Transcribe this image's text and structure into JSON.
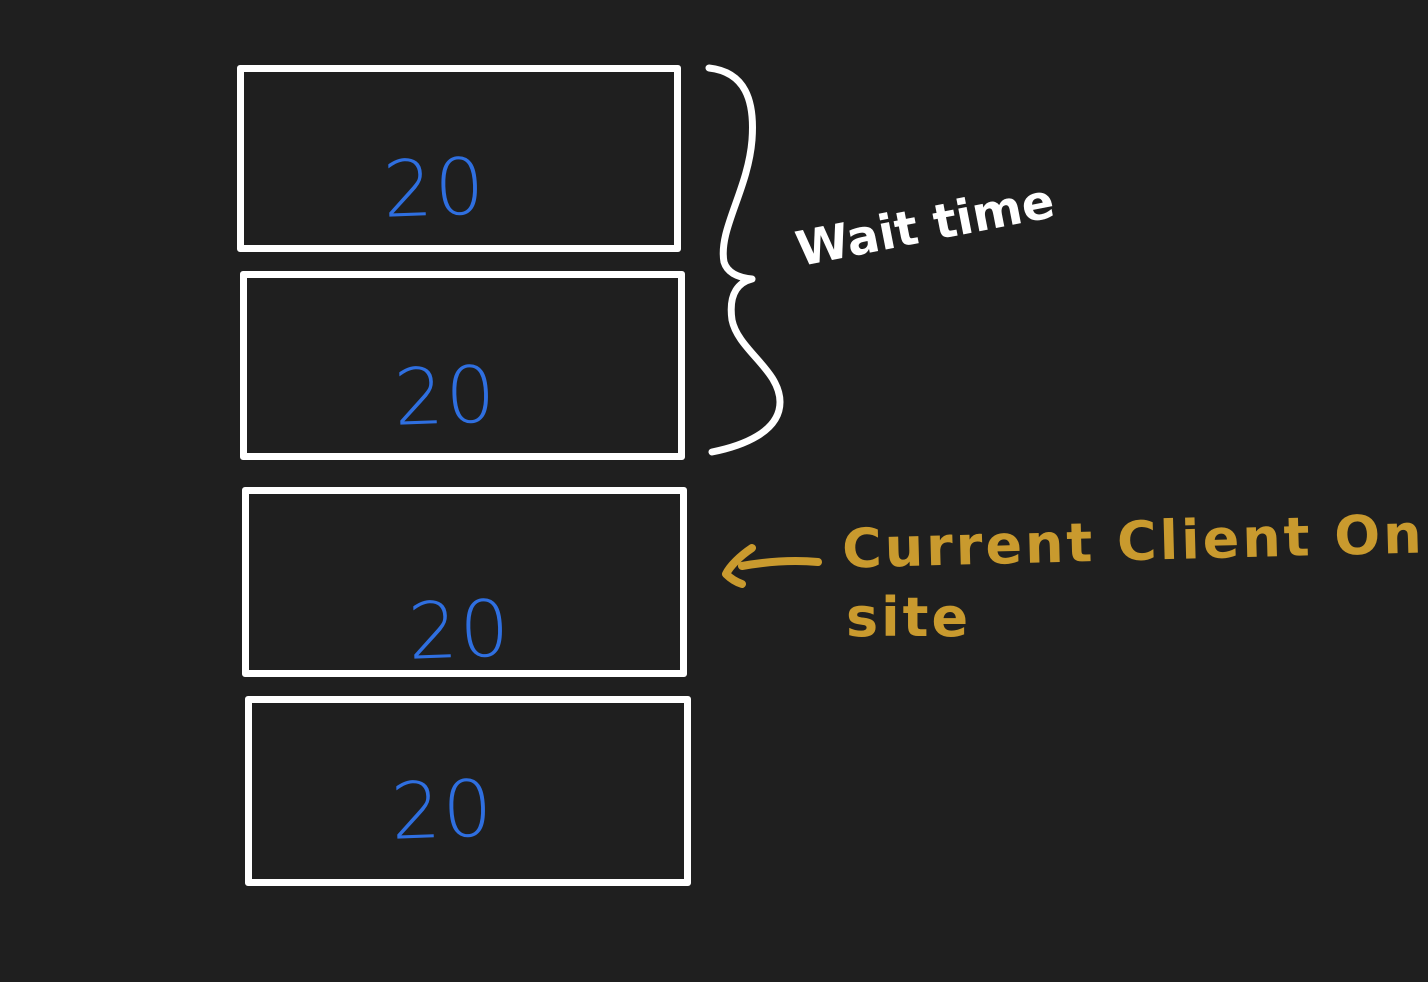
{
  "boxes": [
    {
      "value": "20"
    },
    {
      "value": "20"
    },
    {
      "value": "20"
    },
    {
      "value": "20"
    }
  ],
  "annotations": {
    "wait_time": "Wait time",
    "current_client_line1": "Current Client On",
    "current_client_line2": "site"
  },
  "colors": {
    "background": "#1f1f1f",
    "box_border": "#ffffff",
    "box_value": "#2f6fe0",
    "wait_time_text": "#ffffff",
    "current_client_text": "#c99a2e"
  }
}
